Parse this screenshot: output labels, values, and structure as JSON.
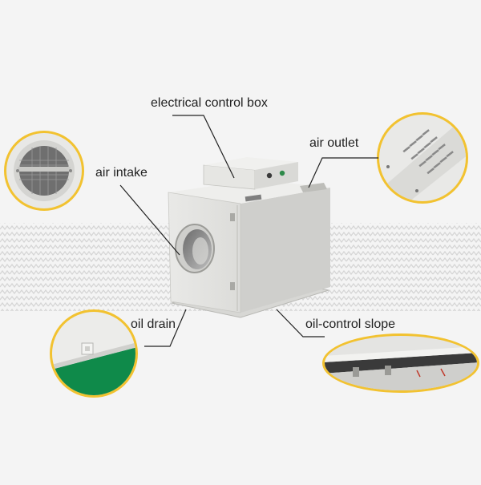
{
  "labels": {
    "electrical_control_box": "electrical control box",
    "air_outlet": "air outlet",
    "air_intake": "air intake",
    "oil_drain": "oil drain",
    "oil_control_slope": "oil-control slope"
  },
  "product": {
    "brand_badge": "logo-badge"
  },
  "colors": {
    "background": "#f4f4f4",
    "pattern": "#d9d9d9",
    "callout_ring": "#f2c230",
    "cabinet": "#e3e3e1",
    "cabinet_side": "#cfcfcc",
    "accent_green": "#0f8a4a",
    "leader_line": "#222222"
  }
}
